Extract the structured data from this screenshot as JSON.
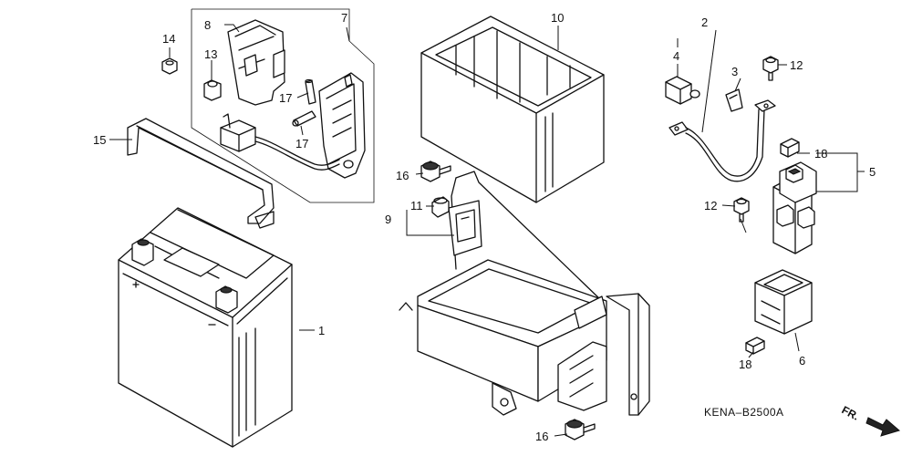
{
  "part_labels": {
    "p1": "1",
    "p2": "2",
    "p3": "3",
    "p4": "4",
    "p5": "5",
    "p6": "6",
    "p7": "7",
    "p8": "8",
    "p9": "9",
    "p10": "10",
    "p11": "11",
    "p12a": "12",
    "p12b": "12",
    "p13": "13",
    "p14": "14",
    "p15": "15",
    "p16a": "16",
    "p16b": "16",
    "p17a": "17",
    "p17b": "17",
    "p18a": "18",
    "p18b": "18"
  },
  "diagram_code": "KENA–B2500A",
  "direction_label": "FR."
}
